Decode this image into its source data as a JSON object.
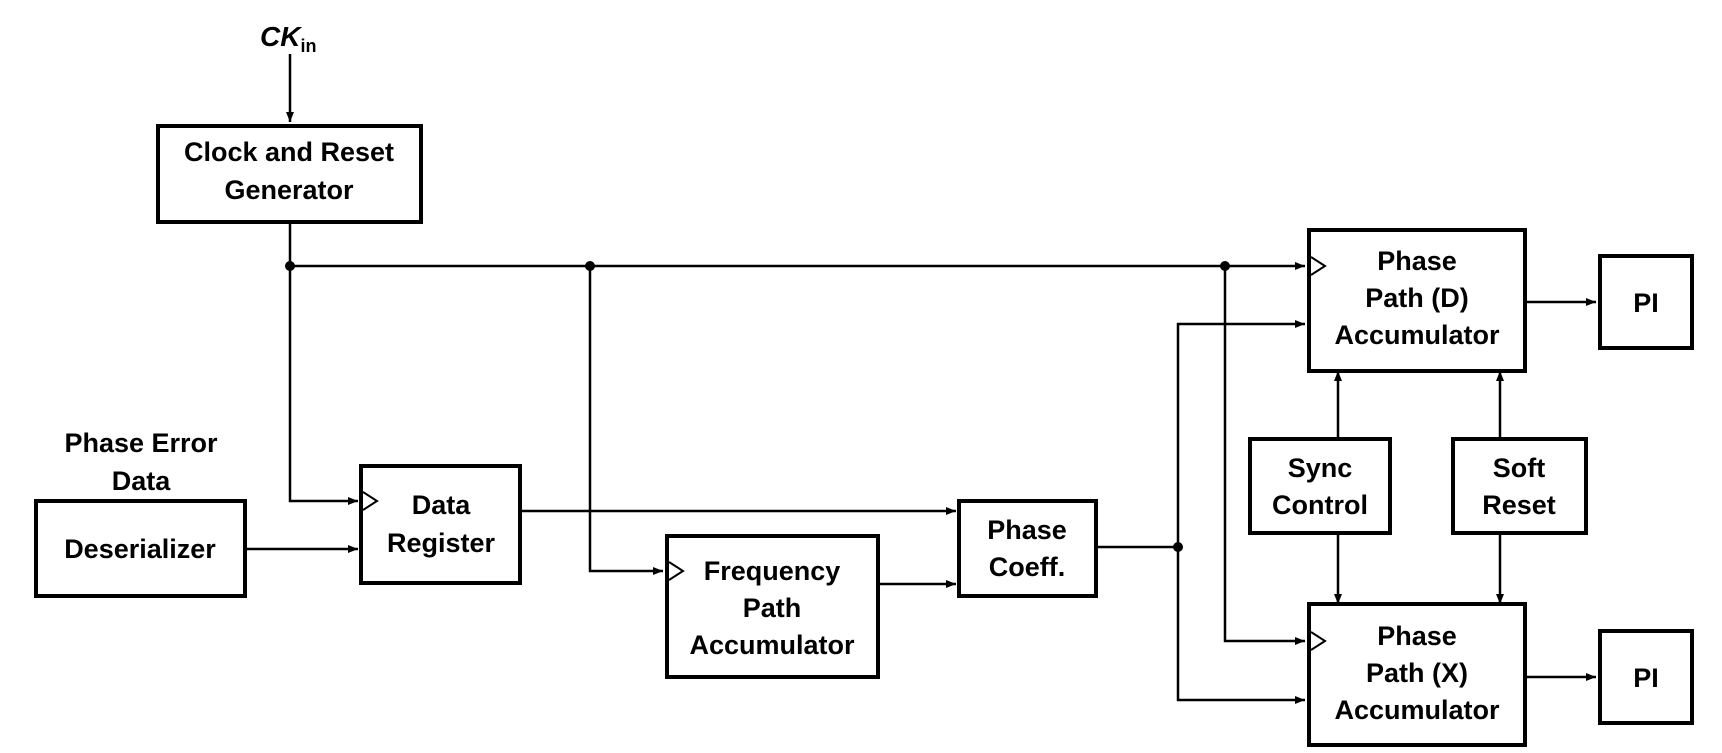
{
  "diagram": {
    "clock_input": {
      "main": "CK",
      "sub": "in"
    },
    "clock_reset_generator": {
      "line1": "Clock and Reset",
      "line2": "Generator"
    },
    "phase_error_data": {
      "line1": "Phase Error",
      "line2": "Data"
    },
    "deserializer": {
      "label": "Deserializer"
    },
    "data_register": {
      "line1": "Data",
      "line2": "Register"
    },
    "frequency_path_accumulator": {
      "line1": "Frequency",
      "line2": "Path",
      "line3": "Accumulator"
    },
    "phase_coeff": {
      "line1": "Phase",
      "line2": "Coeff."
    },
    "phase_path_d_accumulator": {
      "line1": "Phase",
      "line2": "Path (D)",
      "line3": "Accumulator"
    },
    "phase_path_x_accumulator": {
      "line1": "Phase",
      "line2": "Path (X)",
      "line3": "Accumulator"
    },
    "sync_control": {
      "line1": "Sync",
      "line2": "Control"
    },
    "soft_reset": {
      "line1": "Soft",
      "line2": "Reset"
    },
    "pi_top": {
      "label": "PI"
    },
    "pi_bottom": {
      "label": "PI"
    }
  }
}
